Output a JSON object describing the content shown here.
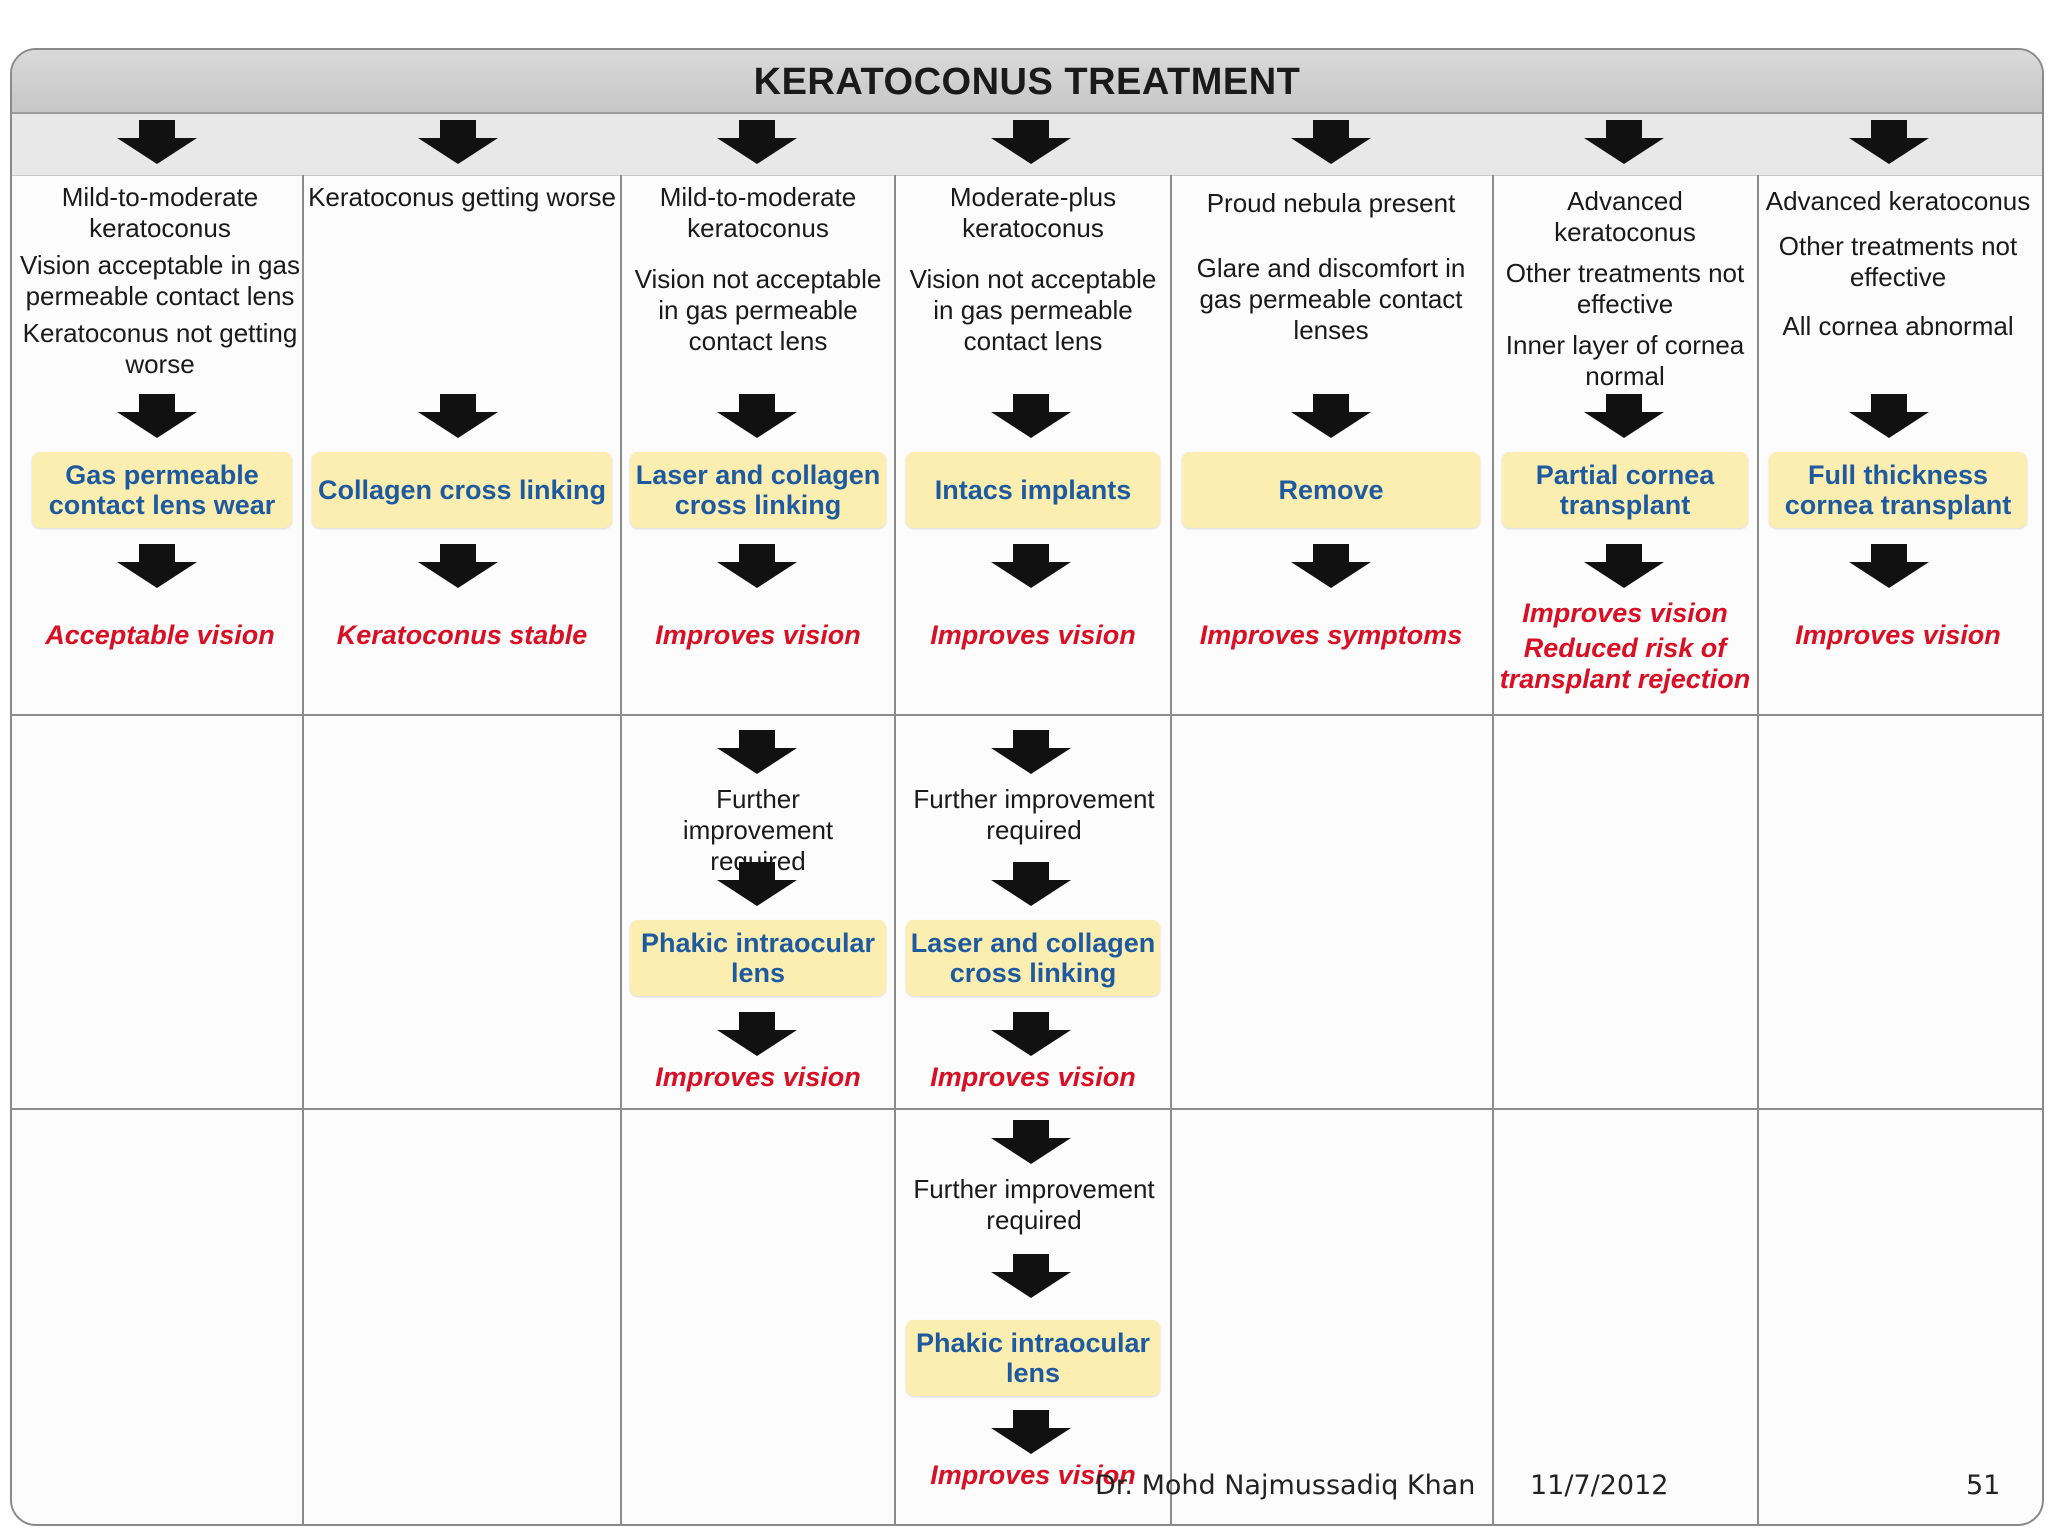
{
  "title": "KERATOCONUS TREATMENT",
  "columns": [
    {
      "conditions": [
        "Mild-to-moderate keratoconus",
        "Vision acceptable in gas permeable contact lens",
        "Keratoconus not getting worse"
      ],
      "treatment": "Gas permeable contact lens wear",
      "result": [
        "Acceptable vision"
      ]
    },
    {
      "conditions": [
        "Keratoconus getting worse"
      ],
      "treatment": "Collagen cross linking",
      "result": [
        "Keratoconus stable"
      ]
    },
    {
      "conditions": [
        "Mild-to-moderate keratoconus",
        "Vision not acceptable in gas permeable contact lens"
      ],
      "treatment": "Laser and collagen cross linking",
      "result": [
        "Improves vision"
      ],
      "step2": {
        "condition": "Further improvement required",
        "treatment": "Phakic intraocular lens",
        "result": "Improves vision"
      }
    },
    {
      "conditions": [
        "Moderate-plus keratoconus",
        "Vision not acceptable in gas permeable contact lens"
      ],
      "treatment": "Intacs implants",
      "result": [
        "Improves vision"
      ],
      "step2": {
        "condition": "Further improvement required",
        "treatment": "Laser and collagen cross linking",
        "result": "Improves vision"
      },
      "step3": {
        "condition": "Further improvement required",
        "treatment": "Phakic intraocular lens",
        "result": "Improves vision"
      }
    },
    {
      "conditions": [
        "Proud nebula present",
        "Glare and discomfort in gas permeable contact lenses"
      ],
      "treatment": "Remove",
      "result": [
        "Improves symptoms"
      ]
    },
    {
      "conditions": [
        "Advanced keratoconus",
        "Other treatments not effective",
        "Inner layer of cornea normal"
      ],
      "treatment": "Partial cornea transplant",
      "result": [
        "Improves vision",
        "Reduced risk of transplant rejection"
      ]
    },
    {
      "conditions": [
        "Advanced keratoconus",
        "Other treatments not effective",
        "All cornea abnormal"
      ],
      "treatment": "Full thickness cornea transplant",
      "result": [
        "Improves vision"
      ]
    }
  ],
  "footer": {
    "author": "Dr. Mohd Najmussadiq Khan",
    "date": "11/7/2012",
    "page": "51"
  },
  "colors": {
    "treatment_box": "#fbeeb0",
    "treatment_text": "#1e5aa0",
    "result_text": "#d90f24",
    "arrow": "#111111"
  }
}
